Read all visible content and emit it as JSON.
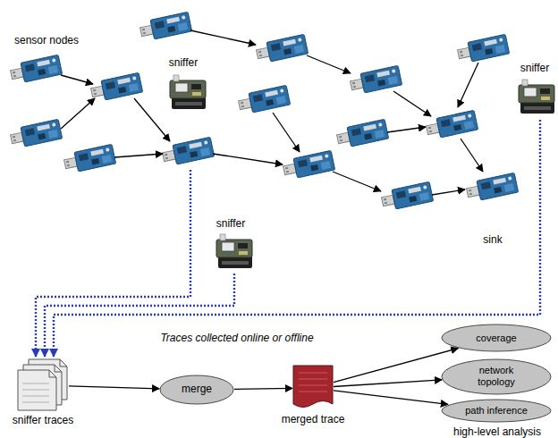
{
  "diagram": {
    "nodes": [
      {
        "text": [
          "sniffer traces"
        ]
      },
      {
        "text": [
          "merge"
        ]
      },
      {
        "text": [
          "merged trace"
        ]
      },
      {
        "text": [
          "coverage"
        ]
      },
      {
        "text": [
          "network topology"
        ]
      },
      {
        "text": [
          "path inference"
        ]
      }
    ],
    "edges": [
      {
        "from": 0,
        "to": 1,
        "arrow": "to"
      },
      {
        "from": 1,
        "to": 2,
        "arrow": "to"
      },
      {
        "from": 2,
        "to": 3,
        "arrow": "to"
      },
      {
        "from": 2,
        "to": 4,
        "arrow": "to"
      },
      {
        "from": 2,
        "to": 5,
        "arrow": "to"
      }
    ],
    "labels": [
      "sensor nodes",
      "sniffer",
      "sniffer",
      "sniffer",
      "sink",
      "Traces collected online or offline",
      "high-level analysis"
    ]
  }
}
